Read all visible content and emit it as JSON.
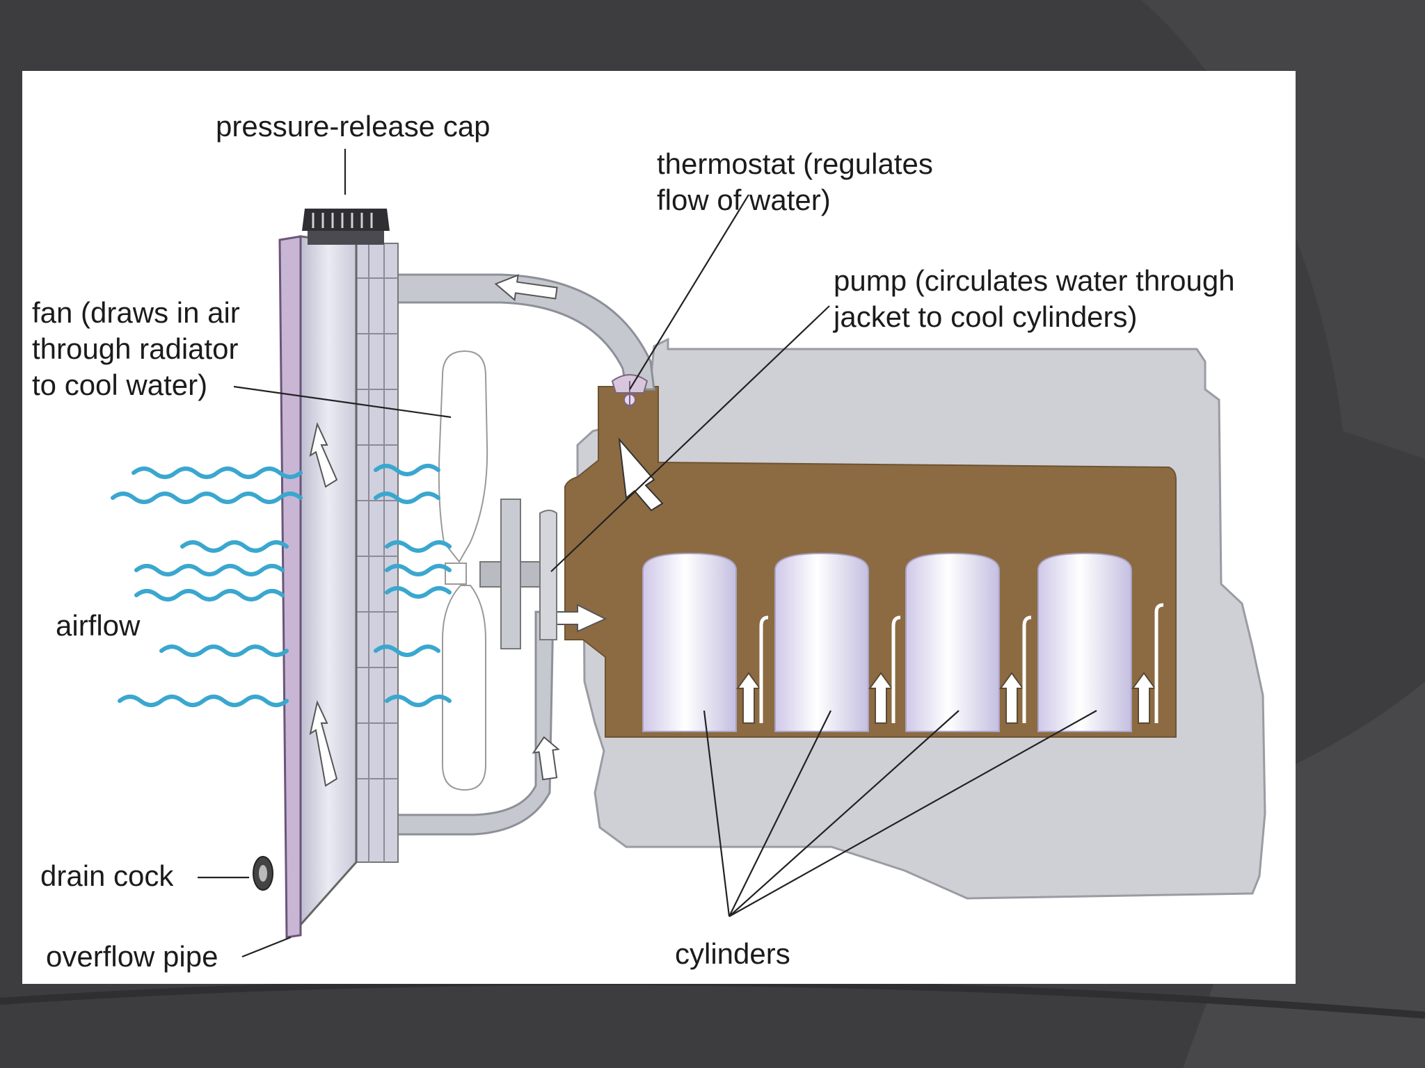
{
  "diagram": {
    "labels": {
      "pressure_release_cap": "pressure-release cap",
      "thermostat_line1": "thermostat (regulates",
      "thermostat_line2": "flow of water)",
      "pump_line1": "pump (circulates water through",
      "pump_line2": "jacket to cool cylinders)",
      "fan_line1": "fan (draws in air",
      "fan_line2": "through radiator",
      "fan_line3": "to cool water)",
      "airflow": "airflow",
      "drain_cock": "drain cock",
      "overflow_pipe": "overflow pipe",
      "cylinders": "cylinders"
    },
    "colors": {
      "slide_background": "#3d3d3f",
      "panel": "#ffffff",
      "engine_block": "#cfd0d6",
      "coolant_jacket": "#8c6b42",
      "cylinder": "#e4e0f2",
      "radiator": "#d9d9e6",
      "hose": "#c6c8cf",
      "airflow_wave": "#3aa7cf"
    }
  }
}
